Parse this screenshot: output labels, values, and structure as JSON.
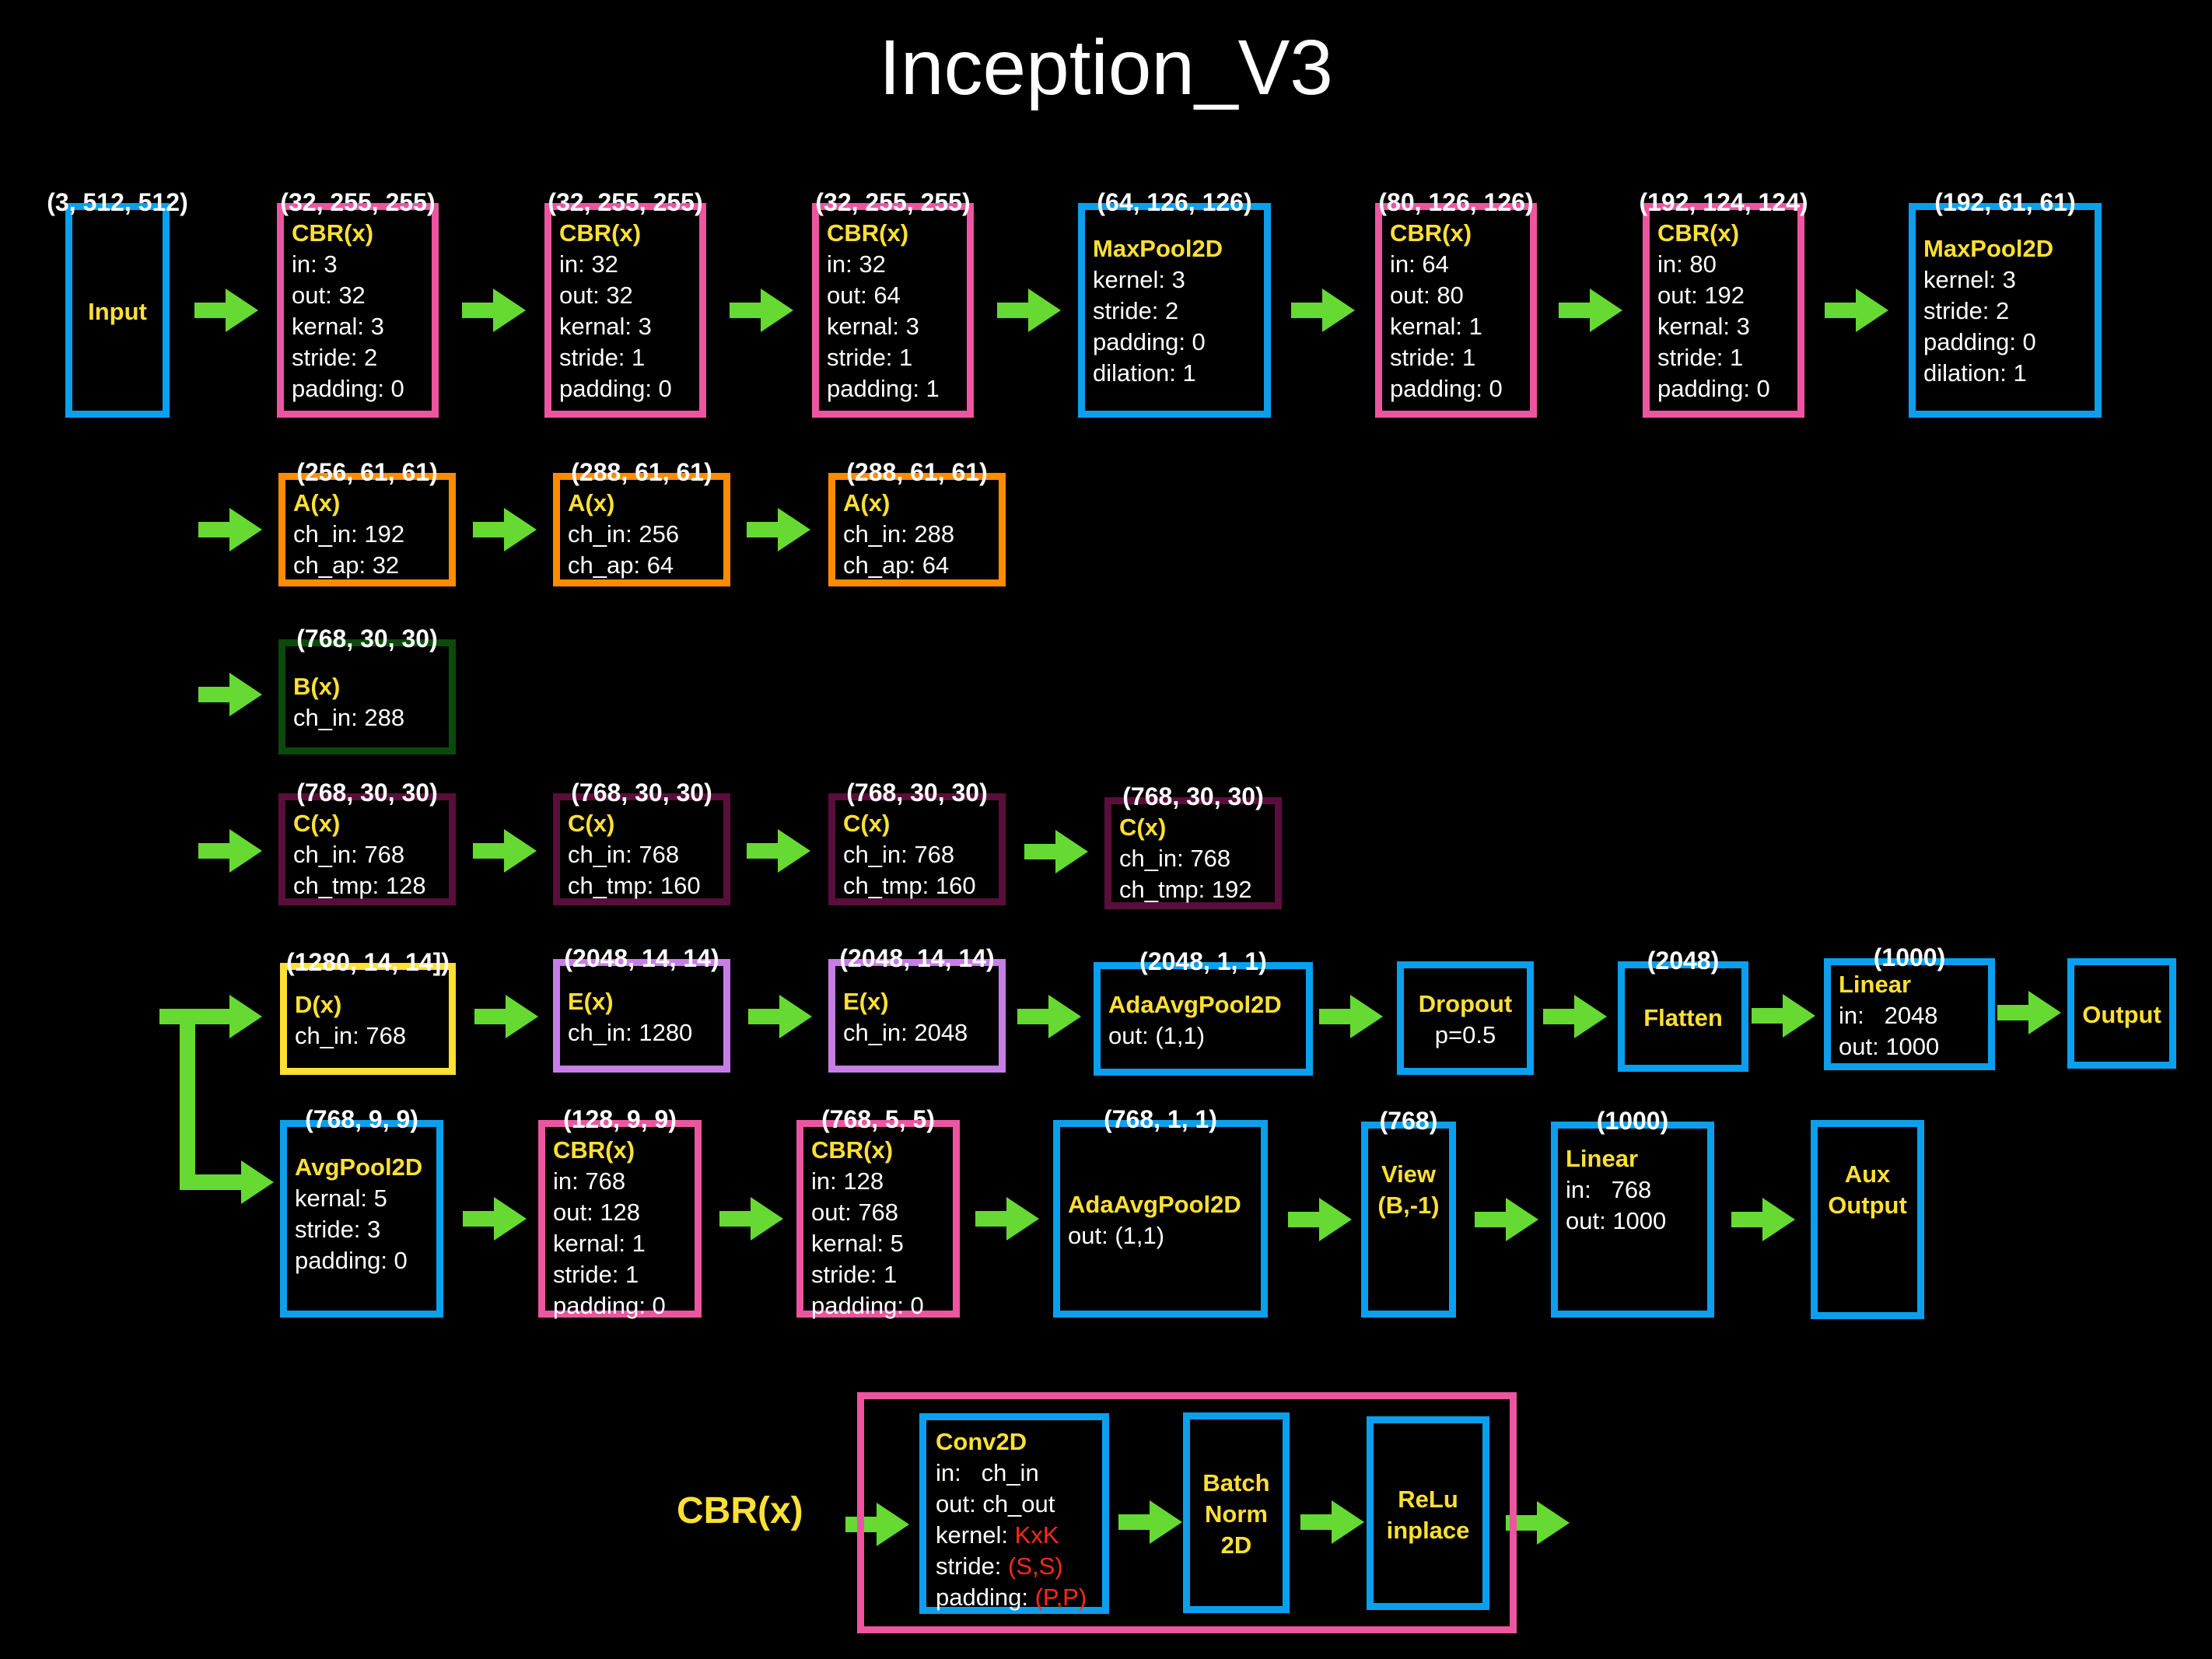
{
  "title": "Inception_V3",
  "colors": {
    "background": "#000000",
    "arrow": "#66d933",
    "title_text": "#ffffff",
    "block_title": "#ffe033",
    "param_text": "#ffffff",
    "highlight": "#ff2a1a",
    "cbr_border": "#ee55a0",
    "layer_border": "#0aa0ee",
    "a_border": "#ff8c00",
    "b_border": "#0b4a0b",
    "c_border": "#5a0e3c",
    "d_border": "#ffe033",
    "e_border": "#c77de6"
  },
  "rows": [
    {
      "id": "row1",
      "blocks": [
        {
          "id": "input",
          "kind": "io",
          "dims": "(3, 512, 512)",
          "title": "Input",
          "params": []
        },
        {
          "id": "cbr1",
          "kind": "cbr",
          "dims": "(32, 255, 255)",
          "title": "CBR(x)",
          "params": [
            "in: 3",
            "out: 32",
            "kernal: 3",
            "stride: 2",
            "padding: 0"
          ]
        },
        {
          "id": "cbr2",
          "kind": "cbr",
          "dims": "(32, 255, 255)",
          "title": "CBR(x)",
          "params": [
            "in: 32",
            "out: 32",
            "kernal: 3",
            "stride: 1",
            "padding: 0"
          ]
        },
        {
          "id": "cbr3",
          "kind": "cbr",
          "dims": "(32, 255, 255)",
          "title": "CBR(x)",
          "params": [
            "in: 32",
            "out: 64",
            "kernal: 3",
            "stride: 1",
            "padding: 1"
          ]
        },
        {
          "id": "maxpool1",
          "kind": "layer",
          "dims": "(64, 126, 126)",
          "title": "MaxPool2D",
          "params": [
            "kernel: 3",
            "stride: 2",
            "padding: 0",
            "dilation: 1"
          ]
        },
        {
          "id": "cbr4",
          "kind": "cbr",
          "dims": "(80, 126, 126)",
          "title": "CBR(x)",
          "params": [
            "in: 64",
            "out: 80",
            "kernal: 1",
            "stride: 1",
            "padding: 0"
          ]
        },
        {
          "id": "cbr5",
          "kind": "cbr",
          "dims": "(192, 124, 124)",
          "title": "CBR(x)",
          "params": [
            "in: 80",
            "out: 192",
            "kernal: 3",
            "stride: 1",
            "padding: 0"
          ]
        },
        {
          "id": "maxpool2",
          "kind": "layer",
          "dims": "(192, 61, 61)",
          "title": "MaxPool2D",
          "params": [
            "kernel: 3",
            "stride: 2",
            "padding: 0",
            "dilation: 1"
          ]
        }
      ]
    },
    {
      "id": "row2",
      "blocks": [
        {
          "id": "a1",
          "kind": "a",
          "dims": "(256, 61, 61)",
          "title": "A(x)",
          "params": [
            "ch_in: 192",
            "ch_ap: 32"
          ]
        },
        {
          "id": "a2",
          "kind": "a",
          "dims": "(288, 61, 61)",
          "title": "A(x)",
          "params": [
            "ch_in: 256",
            "ch_ap: 64"
          ]
        },
        {
          "id": "a3",
          "kind": "a",
          "dims": "(288, 61, 61)",
          "title": "A(x)",
          "params": [
            "ch_in: 288",
            "ch_ap: 64"
          ]
        }
      ]
    },
    {
      "id": "row3",
      "blocks": [
        {
          "id": "b1",
          "kind": "b",
          "dims": "(768, 30, 30)",
          "title": "B(x)",
          "params": [
            "ch_in: 288"
          ]
        }
      ]
    },
    {
      "id": "row4",
      "blocks": [
        {
          "id": "c1",
          "kind": "c",
          "dims": "(768, 30, 30)",
          "title": "C(x)",
          "params": [
            "ch_in: 768",
            "ch_tmp: 128"
          ]
        },
        {
          "id": "c2",
          "kind": "c",
          "dims": "(768, 30, 30)",
          "title": "C(x)",
          "params": [
            "ch_in: 768",
            "ch_tmp: 160"
          ]
        },
        {
          "id": "c3",
          "kind": "c",
          "dims": "(768, 30, 30)",
          "title": "C(x)",
          "params": [
            "ch_in: 768",
            "ch_tmp: 160"
          ]
        },
        {
          "id": "c4",
          "kind": "c",
          "dims": "(768, 30, 30)",
          "title": "C(x)",
          "params": [
            "ch_in: 768",
            "ch_tmp: 192"
          ]
        }
      ]
    },
    {
      "id": "row5",
      "blocks": [
        {
          "id": "d1",
          "kind": "d",
          "dims": "(1280, 14, 14])",
          "title": "D(x)",
          "params": [
            "ch_in: 768"
          ]
        },
        {
          "id": "e1",
          "kind": "e",
          "dims": "(2048, 14, 14)",
          "title": "E(x)",
          "params": [
            "ch_in: 1280"
          ]
        },
        {
          "id": "e2",
          "kind": "e",
          "dims": "(2048, 14, 14)",
          "title": "E(x)",
          "params": [
            "ch_in: 2048"
          ]
        },
        {
          "id": "adaavgpool1",
          "kind": "layer",
          "dims": "(2048, 1, 1)",
          "title": "AdaAvgPool2D",
          "params": [
            "out: (1,1)"
          ]
        },
        {
          "id": "dropout",
          "kind": "layer",
          "dims": "",
          "title": "Dropout",
          "params": [
            "p=0.5"
          ]
        },
        {
          "id": "flatten",
          "kind": "layer",
          "dims": "(2048)",
          "title": "Flatten",
          "params": []
        },
        {
          "id": "linear1",
          "kind": "layer",
          "dims": "(1000)",
          "title": "Linear",
          "params": [
            "in:   2048",
            "out: 1000"
          ]
        },
        {
          "id": "output",
          "kind": "io",
          "dims": "",
          "title": "Output",
          "params": []
        }
      ]
    },
    {
      "id": "row6",
      "blocks": [
        {
          "id": "avgpool",
          "kind": "layer",
          "dims": "(768, 9, 9)",
          "title": "AvgPool2D",
          "params": [
            "kernal: 5",
            "stride: 3",
            "padding: 0"
          ]
        },
        {
          "id": "cbr_aux1",
          "kind": "cbr",
          "dims": "(128, 9, 9)",
          "title": "CBR(x)",
          "params": [
            "in: 768",
            "out: 128",
            "kernal: 1",
            "stride: 1",
            "padding: 0"
          ]
        },
        {
          "id": "cbr_aux2",
          "kind": "cbr",
          "dims": "(768, 5, 5)",
          "title": "CBR(x)",
          "params": [
            "in: 128",
            "out: 768",
            "kernal: 5",
            "stride: 1",
            "padding: 0"
          ]
        },
        {
          "id": "adaavgpool2",
          "kind": "layer",
          "dims": "(768, 1, 1)",
          "title": "AdaAvgPool2D",
          "params": [
            "out: (1,1)"
          ]
        },
        {
          "id": "view",
          "kind": "layer",
          "dims": "(768)",
          "title": "View",
          "title2": "(B,-1)",
          "params": []
        },
        {
          "id": "linear2",
          "kind": "layer",
          "dims": "(1000)",
          "title": "Linear",
          "params": [
            "in:   768",
            "out: 1000"
          ]
        },
        {
          "id": "aux_output",
          "kind": "io",
          "dims": "",
          "title": "Aux",
          "title2": "Output",
          "params": []
        }
      ]
    }
  ],
  "legend": {
    "label": "CBR(x)",
    "conv": {
      "title": "Conv2D",
      "in": "in:   ch_in",
      "out": "out: ch_out",
      "kernel_label": "kernel: ",
      "kernel_value": "KxK",
      "stride_label": "stride: ",
      "stride_value": "(S,S)",
      "padding_label": "padding: ",
      "padding_value": "(P,P)"
    },
    "batchnorm": [
      "Batch",
      "Norm",
      "2D"
    ],
    "relu": [
      "ReLu",
      "inplace"
    ]
  }
}
